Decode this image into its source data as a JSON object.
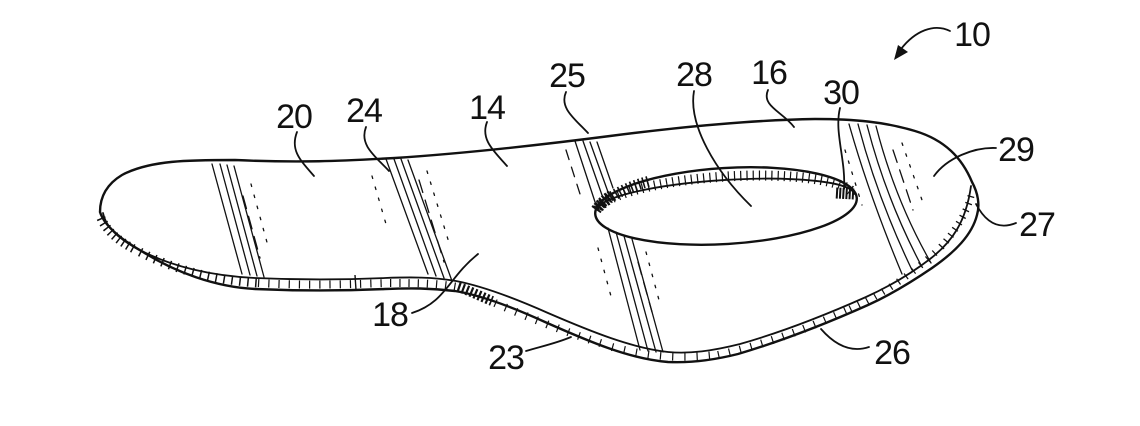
{
  "figure": {
    "kind": "patent-line-drawing",
    "ink_color": "#111111",
    "background_color": "#ffffff",
    "labels": [
      {
        "text": "10"
      },
      {
        "text": "20"
      },
      {
        "text": "24"
      },
      {
        "text": "14"
      },
      {
        "text": "25"
      },
      {
        "text": "28"
      },
      {
        "text": "16"
      },
      {
        "text": "30"
      },
      {
        "text": "29"
      },
      {
        "text": "27"
      },
      {
        "text": "26"
      },
      {
        "text": "18"
      },
      {
        "text": "23"
      }
    ]
  }
}
